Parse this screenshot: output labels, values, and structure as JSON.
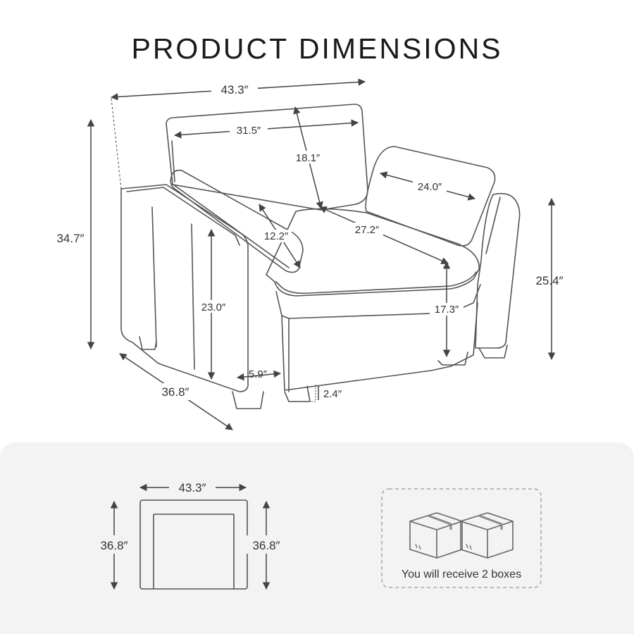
{
  "title": "PRODUCT DIMENSIONS",
  "chair_dimensions": {
    "overall_width": "43.3″",
    "back_width": "31.5″",
    "back_height": "18.1″",
    "pillow_width": "24.0″",
    "overall_height": "34.7″",
    "pillow_height": "12.2″",
    "seat_depth": "27.2″",
    "arm_height": "25.4″",
    "arm_side_height": "23.0″",
    "seat_height": "17.3″",
    "arm_width": "5.9″",
    "leg_height": "2.4″",
    "overall_depth": "36.8″"
  },
  "box_dimensions": {
    "width": "43.3″",
    "depth_left": "36.8″",
    "depth_right": "36.8″"
  },
  "package_note": "You will receive 2 boxes",
  "colors": {
    "line": "#444444",
    "text": "#333333",
    "panel": "#f3f3f3"
  }
}
